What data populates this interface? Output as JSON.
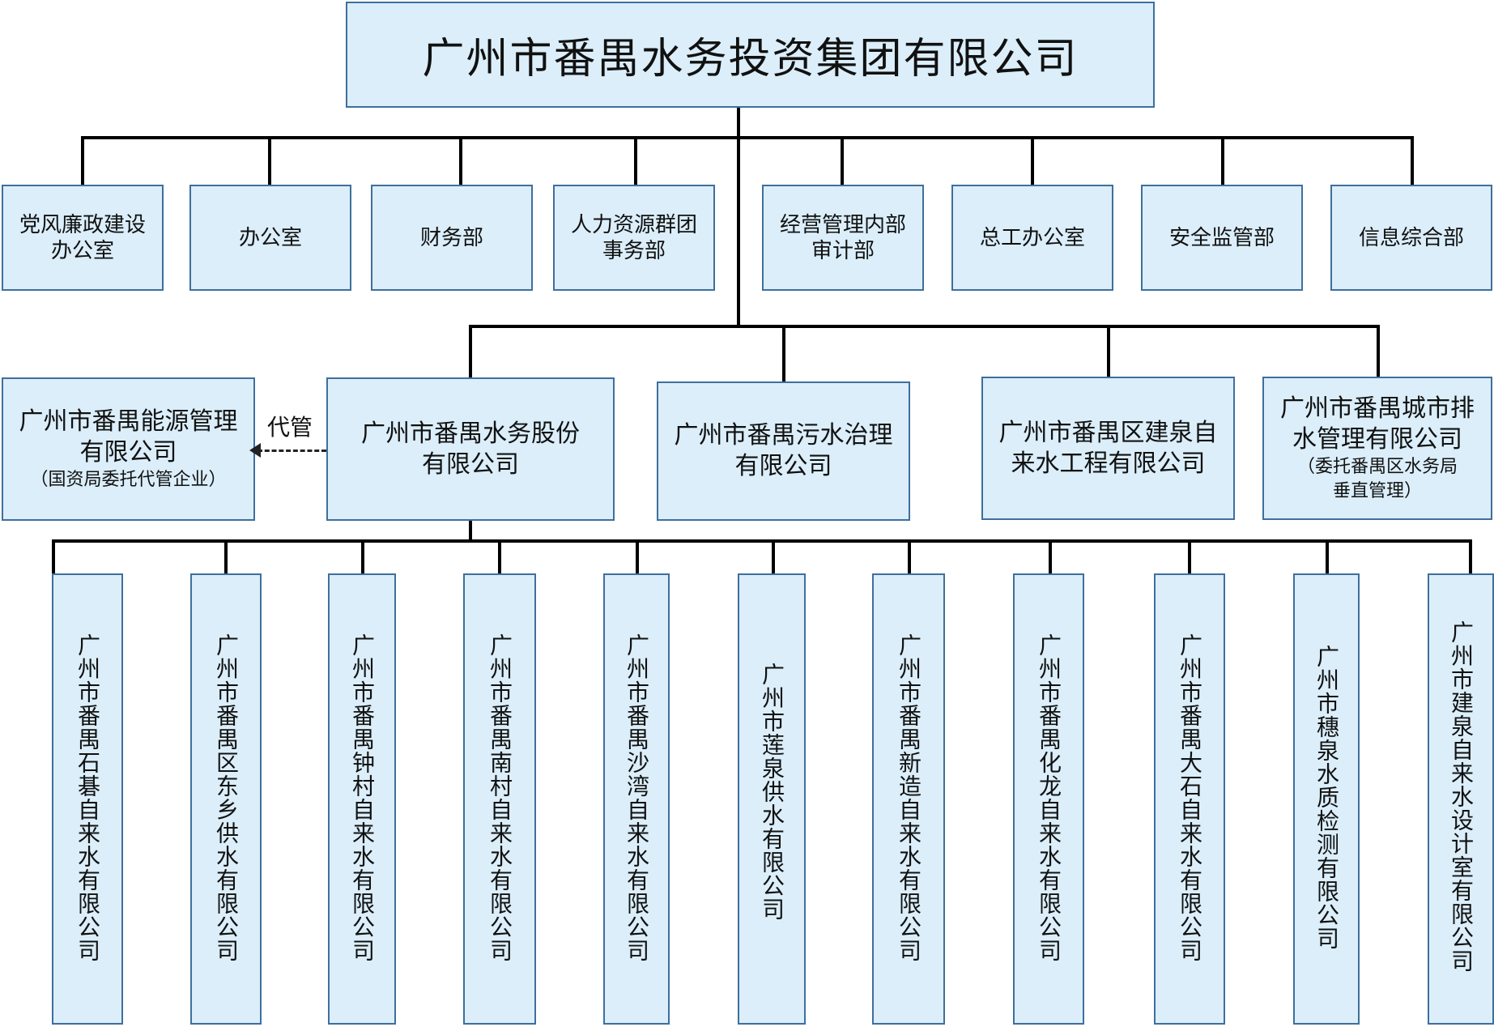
{
  "top": {
    "name": "广州市番禺水务投资集团有限公司"
  },
  "departments": [
    {
      "lines": [
        "党风廉政建设",
        "办公室"
      ]
    },
    {
      "lines": [
        "办公室"
      ]
    },
    {
      "lines": [
        "财务部"
      ]
    },
    {
      "lines": [
        "人力资源群团",
        "事务部"
      ]
    },
    {
      "lines": [
        "经营管理内部",
        "审计部"
      ]
    },
    {
      "lines": [
        "总工办公室"
      ]
    },
    {
      "lines": [
        "安全监管部"
      ]
    },
    {
      "lines": [
        "信息综合部"
      ]
    }
  ],
  "managed": {
    "lines": [
      "广州市番禺能源管理",
      "有限公司"
    ],
    "note": "（国资局委托代管企业）",
    "relation_label": "代管"
  },
  "companies": [
    {
      "lines": [
        "广州市番禺水务股份",
        "有限公司"
      ]
    },
    {
      "lines": [
        "广州市番禺污水治理",
        "有限公司"
      ]
    },
    {
      "lines": [
        "广州市番禺区建泉自",
        "来水工程有限公司"
      ]
    },
    {
      "lines": [
        "广州市番禺城市排",
        "水管理有限公司"
      ],
      "note_lines": [
        "（委托番禺区水务局",
        "垂直管理）"
      ]
    }
  ],
  "subsidiaries": [
    "广州市番禺石碁自来水有限公司",
    "广州市番禺区东乡供水有限公司",
    "广州市番禺钟村自来水有限公司",
    "广州市番禺南村自来水有限公司",
    "广州市番禺沙湾自来水有限公司",
    "广州市莲泉供水有限公司",
    "广州市番禺新造自来水有限公司",
    "广州市番禺化龙自来水有限公司",
    "广州市番禺大石自来水有限公司",
    "广州市穗泉水质检测有限公司",
    "广州市建泉自来水设计室有限公司"
  ],
  "colors": {
    "box_fill": "#dbeefa",
    "box_border": "#3f6f9c",
    "line": "#000000"
  }
}
